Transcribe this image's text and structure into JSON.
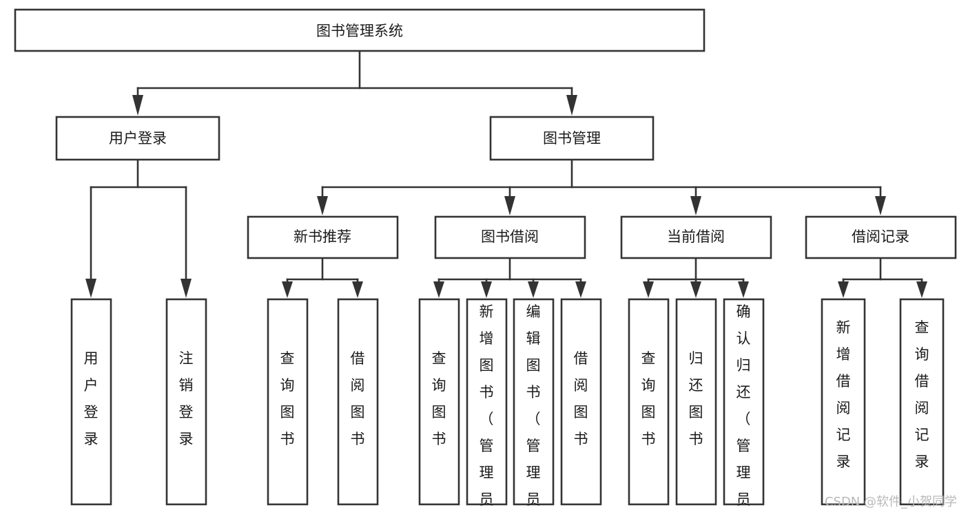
{
  "diagram": {
    "type": "tree",
    "title": "图书管理系统",
    "orientation": "top-down",
    "root": {
      "id": "root",
      "label": "图书管理系统",
      "level": 0
    },
    "levels": [
      {
        "level": 1,
        "nodes": [
          {
            "id": "user-login",
            "label": "用户登录",
            "parent": "root"
          },
          {
            "id": "book-manage",
            "label": "图书管理",
            "parent": "root"
          }
        ]
      },
      {
        "level": 2,
        "nodes": [
          {
            "id": "new-book-rec",
            "label": "新书推荐",
            "parent": "book-manage"
          },
          {
            "id": "book-borrow",
            "label": "图书借阅",
            "parent": "book-manage"
          },
          {
            "id": "current-borrow",
            "label": "当前借阅",
            "parent": "book-manage"
          },
          {
            "id": "borrow-record",
            "label": "借阅记录",
            "parent": "book-manage"
          }
        ]
      },
      {
        "level": 3,
        "nodes": [
          {
            "id": "leaf-1",
            "label": "用户登录",
            "parent": "user-login"
          },
          {
            "id": "leaf-2",
            "label": "注销登录",
            "parent": "user-login"
          },
          {
            "id": "leaf-3",
            "label": "查询图书",
            "parent": "new-book-rec"
          },
          {
            "id": "leaf-4",
            "label": "借阅图书",
            "parent": "new-book-rec"
          },
          {
            "id": "leaf-5",
            "label": "查询图书",
            "parent": "book-borrow"
          },
          {
            "id": "leaf-6",
            "label": "新增图书（管理员）",
            "parent": "book-borrow"
          },
          {
            "id": "leaf-7",
            "label": "编辑图书（管理员）",
            "parent": "book-borrow"
          },
          {
            "id": "leaf-8",
            "label": "借阅图书",
            "parent": "book-borrow"
          },
          {
            "id": "leaf-9",
            "label": "查询图书",
            "parent": "current-borrow"
          },
          {
            "id": "leaf-10",
            "label": "归还图书",
            "parent": "current-borrow"
          },
          {
            "id": "leaf-11",
            "label": "确认归还（管理员）",
            "parent": "current-borrow"
          },
          {
            "id": "leaf-12",
            "label": "新增借阅记录",
            "parent": "borrow-record"
          },
          {
            "id": "leaf-13",
            "label": "查询借阅记录",
            "parent": "borrow-record"
          }
        ]
      }
    ],
    "colors": {
      "box_stroke": "#333333",
      "box_fill": "#ffffff",
      "text": "#1a1a1a",
      "connector": "#333333",
      "watermark": "#b9b9b9",
      "background": "#ffffff"
    }
  },
  "watermark": {
    "text": "CSDN @软件_小贺同学"
  }
}
